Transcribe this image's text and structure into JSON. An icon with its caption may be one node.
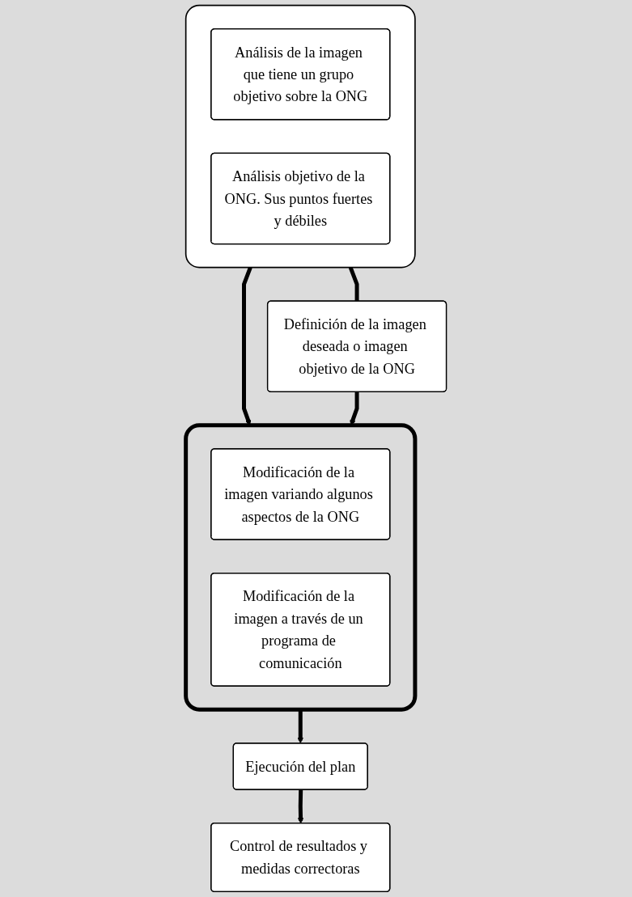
{
  "diagram": {
    "nodes": [
      {
        "text": [],
        "shape": "box"
      },
      {
        "text": [
          "Análisis de la imagen que tiene un grupo objetivo sobre la ONG"
        ],
        "in": 0
      },
      {
        "text": [
          "Análisis objetivo de la ONG. Sus puntos fuertes y débiles"
        ],
        "in": 0
      },
      {
        "text": [
          "Definición de la imagen deseada o imagen objetivo de la ONG"
        ]
      },
      {
        "text": [],
        "shape": "box"
      },
      {
        "text": [
          "Modificación de la imagen variando algunos aspectos de la ONG"
        ],
        "in": 4
      },
      {
        "text": [
          "Modificación de la imagen a través de un programa de comunicación"
        ],
        "in": 4
      },
      {
        "text": [
          "Ejecución del plan"
        ]
      },
      {
        "text": [
          "Control de resultados y medidas correctoras"
        ]
      }
    ],
    "edges": [
      {
        "from": 0,
        "to": 3,
        "arrow": "none"
      },
      {
        "from": 0,
        "to": 4,
        "arrow": "to"
      },
      {
        "from": 3,
        "to": 4,
        "arrow": "to"
      },
      {
        "from": 4,
        "to": 7,
        "arrow": "to"
      },
      {
        "from": 7,
        "to": 8,
        "arrow": "to"
      }
    ]
  }
}
